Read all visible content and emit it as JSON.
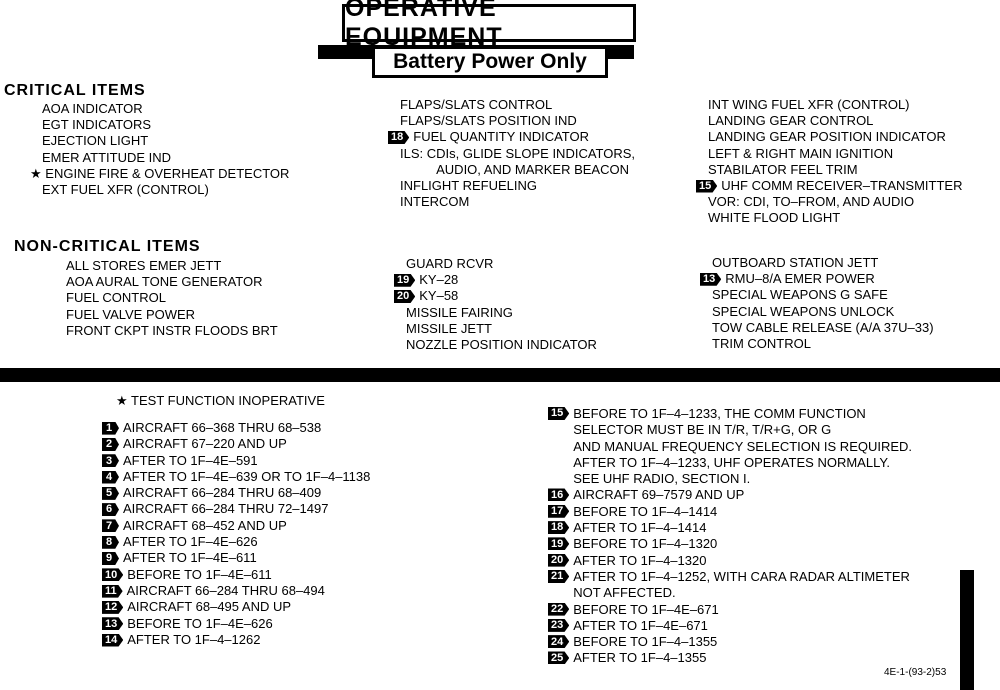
{
  "header": {
    "title": "OPERATIVE EQUIPMENT",
    "subtitle": "Battery Power Only"
  },
  "critical": {
    "heading": "CRITICAL ITEMS",
    "col1": [
      {
        "text": "AOA INDICATOR"
      },
      {
        "text": "EGT INDICATORS"
      },
      {
        "text": "EJECTION LIGHT"
      },
      {
        "text": "EMER ATTITUDE IND"
      },
      {
        "star": "★",
        "text": "ENGINE FIRE & OVERHEAT DETECTOR"
      },
      {
        "text": "EXT FUEL XFR (CONTROL)"
      }
    ],
    "col2": [
      {
        "text": "FLAPS/SLATS CONTROL"
      },
      {
        "text": "FLAPS/SLATS POSITION IND"
      },
      {
        "tag": "18",
        "text": "FUEL QUANTITY INDICATOR"
      },
      {
        "text": "ILS: CDIs, GLIDE SLOPE INDICATORS,"
      },
      {
        "indent": true,
        "text": "AUDIO, AND MARKER BEACON"
      },
      {
        "text": "INFLIGHT REFUELING"
      },
      {
        "text": "INTERCOM"
      }
    ],
    "col3": [
      {
        "text": "INT WING FUEL XFR (CONTROL)"
      },
      {
        "text": "LANDING GEAR CONTROL"
      },
      {
        "text": "LANDING GEAR POSITION INDICATOR"
      },
      {
        "text": "LEFT & RIGHT MAIN IGNITION"
      },
      {
        "text": "STABILATOR FEEL TRIM"
      },
      {
        "tag": "15",
        "text": "UHF COMM RECEIVER–TRANSMITTER"
      },
      {
        "text": "VOR:  CDI, TO–FROM, AND AUDIO"
      },
      {
        "text": "WHITE FLOOD LIGHT"
      }
    ]
  },
  "noncritical": {
    "heading": "NON-CRITICAL ITEMS",
    "col1": [
      {
        "text": "ALL STORES EMER JETT"
      },
      {
        "text": "AOA AURAL TONE GENERATOR"
      },
      {
        "text": "FUEL CONTROL"
      },
      {
        "text": "FUEL VALVE POWER"
      },
      {
        "text": "FRONT CKPT INSTR FLOODS BRT"
      }
    ],
    "col2": [
      {
        "text": "GUARD RCVR"
      },
      {
        "tag": "19",
        "text": "KY–28"
      },
      {
        "tag": "20",
        "text": "KY–58"
      },
      {
        "text": "MISSILE FAIRING"
      },
      {
        "text": "MISSILE JETT"
      },
      {
        "text": "NOZZLE POSITION INDICATOR"
      }
    ],
    "col3": [
      {
        "text": "OUTBOARD STATION JETT"
      },
      {
        "tag": "13",
        "text": "RMU–8/A EMER POWER"
      },
      {
        "text": "SPECIAL WEAPONS G SAFE"
      },
      {
        "text": "SPECIAL WEAPONS UNLOCK"
      },
      {
        "text": "TOW CABLE RELEASE (A/A 37U–33)"
      },
      {
        "text": "TRIM CONTROL"
      }
    ]
  },
  "notes": {
    "star_note": {
      "star": "★",
      "text": "TEST FUNCTION INOPERATIVE"
    },
    "left": [
      {
        "tag": "1",
        "text": "AIRCRAFT 66–368 THRU 68–538"
      },
      {
        "tag": "2",
        "text": "AIRCRAFT 67–220 AND UP"
      },
      {
        "tag": "3",
        "text": "AFTER TO 1F–4E–591"
      },
      {
        "tag": "4",
        "text": "AFTER TO 1F–4E–639 OR TO 1F–4–1138"
      },
      {
        "tag": "5",
        "text": "AIRCRAFT 66–284 THRU 68–409"
      },
      {
        "tag": "6",
        "text": "AIRCRAFT 66–284 THRU 72–1497"
      },
      {
        "tag": "7",
        "text": "AIRCRAFT 68–452 AND UP"
      },
      {
        "tag": "8",
        "text": "AFTER TO 1F–4E–626"
      },
      {
        "tag": "9",
        "text": "AFTER TO 1F–4E–611"
      },
      {
        "tag": "10",
        "text": "BEFORE TO 1F–4E–611"
      },
      {
        "tag": "11",
        "text": "AIRCRAFT 66–284 THRU 68–494"
      },
      {
        "tag": "12",
        "text": "AIRCRAFT 68–495 AND UP"
      },
      {
        "tag": "13",
        "text": "BEFORE TO 1F–4E–626"
      },
      {
        "tag": "14",
        "text": "AFTER TO 1F–4–1262"
      }
    ],
    "right": [
      {
        "tag": "15",
        "lines": [
          "BEFORE TO 1F–4–1233, THE COMM FUNCTION",
          "SELECTOR MUST BE IN T/R, T/R+G, OR G",
          "AND MANUAL FREQUENCY SELECTION IS REQUIRED.",
          "AFTER TO 1F–4–1233, UHF OPERATES NORMALLY.",
          "SEE UHF RADIO, SECTION I."
        ]
      },
      {
        "tag": "16",
        "lines": [
          "AIRCRAFT 69–7579 AND UP"
        ]
      },
      {
        "tag": "17",
        "lines": [
          "BEFORE TO 1F–4–1414"
        ]
      },
      {
        "tag": "18",
        "lines": [
          "AFTER TO 1F–4–1414"
        ]
      },
      {
        "tag": "19",
        "lines": [
          "BEFORE TO 1F–4–1320"
        ]
      },
      {
        "tag": "20",
        "lines": [
          "AFTER TO 1F–4–1320"
        ]
      },
      {
        "tag": "21",
        "lines": [
          "AFTER TO 1F–4–1252, WITH CARA RADAR ALTIMETER",
          "NOT AFFECTED."
        ]
      },
      {
        "tag": "22",
        "lines": [
          "BEFORE TO 1F–4E–671"
        ]
      },
      {
        "tag": "23",
        "lines": [
          "AFTER TO 1F–4E–671"
        ]
      },
      {
        "tag": "24",
        "lines": [
          "BEFORE TO 1F–4–1355"
        ]
      },
      {
        "tag": "25",
        "lines": [
          "AFTER TO 1F–4–1355"
        ]
      }
    ]
  },
  "figure_id": "4E-1-(93-2)53"
}
